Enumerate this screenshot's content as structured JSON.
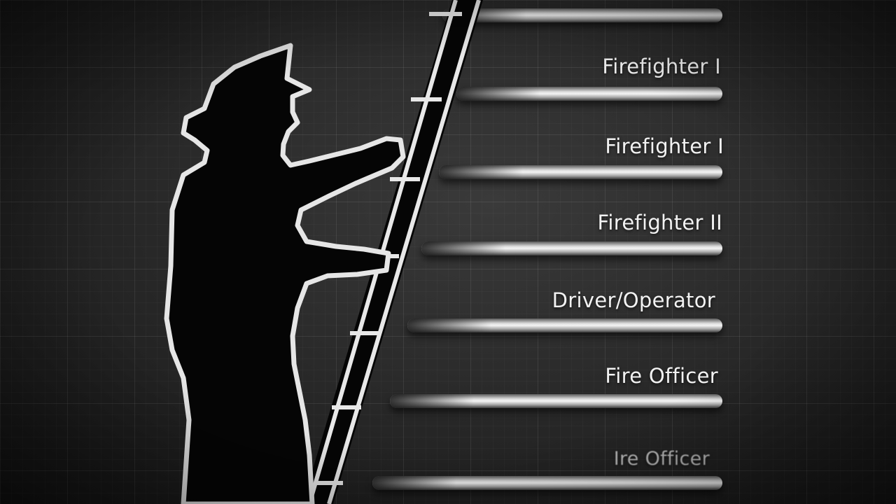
{
  "career_ladder": {
    "steps": [
      {
        "label": "Firefighter I"
      },
      {
        "label": "Firefighter I"
      },
      {
        "label": "Firefighter II"
      },
      {
        "label": "Driver/Operator"
      },
      {
        "label": "Fire Officer"
      },
      {
        "label": "Ire Officer"
      }
    ]
  },
  "colors": {
    "background": "#2a2a2a",
    "silhouette": "#050505",
    "outline": "#e8e8e8",
    "rung": "#f4f4f4",
    "label": "#f2f2f2"
  },
  "icons": {
    "figure": "firefighter-silhouette",
    "ladder": "ladder"
  }
}
